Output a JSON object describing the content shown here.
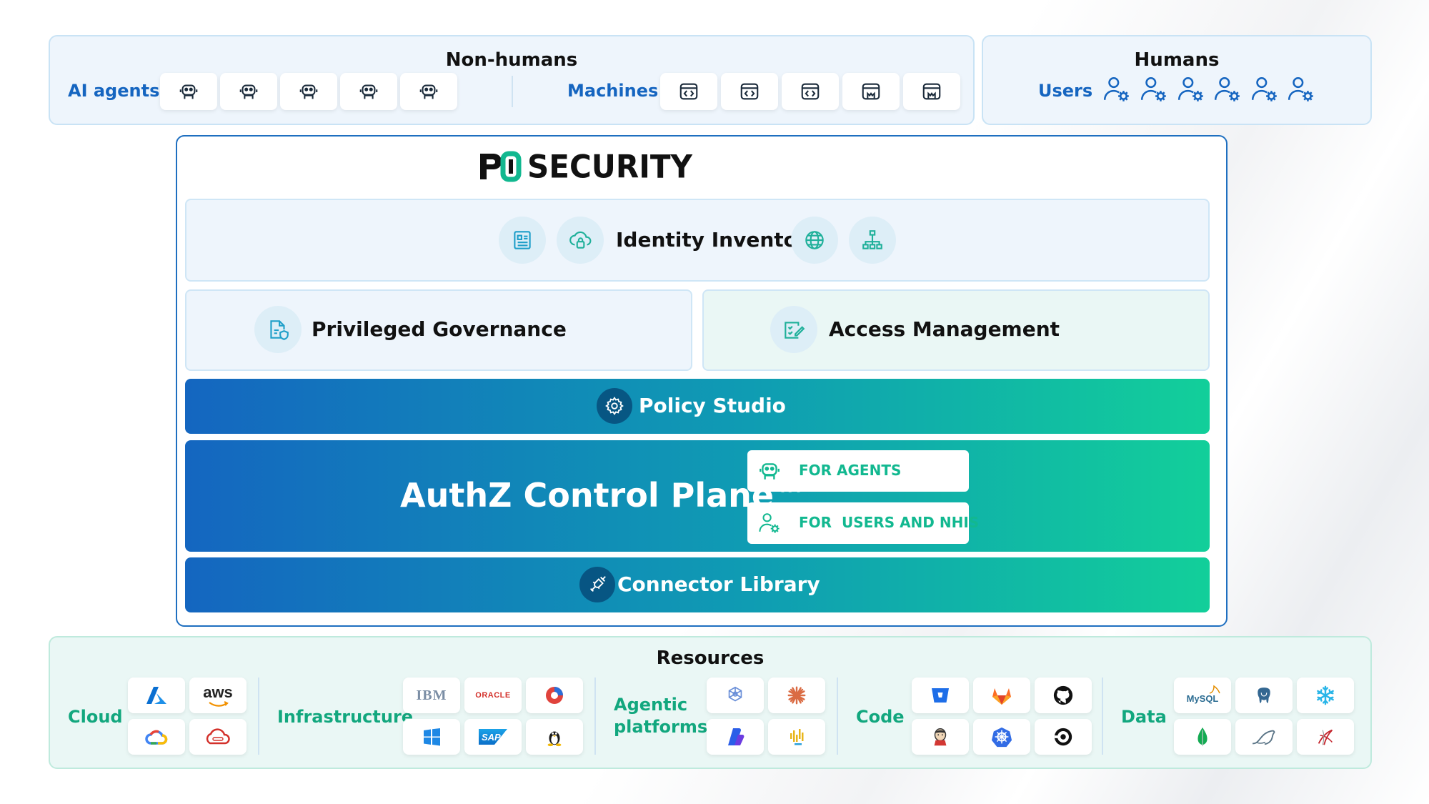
{
  "nonhumans": {
    "title": "Non-humans",
    "ai_agents_label": "AI agents",
    "machines_label": "Machines",
    "ai_agent_icons": [
      "robot-icon",
      "robot-icon",
      "robot-icon",
      "robot-icon",
      "robot-icon"
    ],
    "machine_icons": [
      "code-window-icon",
      "code-window-icon",
      "code-window-icon",
      "mascot-window-icon",
      "mascot-window-icon"
    ]
  },
  "humans": {
    "title": "Humans",
    "users_label": "Users",
    "user_icons": [
      "user-gear-icon",
      "user-gear-icon",
      "user-gear-icon",
      "user-gear-icon",
      "user-gear-icon",
      "user-gear-icon"
    ]
  },
  "platform": {
    "logo_text": "P0 SECURITY",
    "identity_inventory": "Identity Inventory",
    "privileged_governance": "Privileged Governance",
    "access_management": "Access Management",
    "policy_studio": "Policy Studio",
    "authz_control_plane": "AuthZ Control Plane™",
    "for_agents": "FOR AGENTS",
    "for_users_nhis": "FOR  USERS AND NHIS",
    "connector_library": "Connector Library"
  },
  "resources": {
    "title": "Resources",
    "cloud_label": "Cloud",
    "infrastructure_label": "Infrastructure",
    "agentic_label": [
      "Agentic",
      "platforms"
    ],
    "code_label": "Code",
    "data_label": "Data",
    "cloud_logos": [
      "azure-logo",
      "aws-logo",
      "google-cloud-logo",
      "oracle-cloud-logo"
    ],
    "infrastructure_logos": [
      "ibm-logo",
      "oracle-logo",
      "openshift-logo",
      "windows-logo",
      "sap-logo",
      "linux-logo"
    ],
    "agentic_logos": [
      "openai-logo",
      "claude-logo",
      "azure-ai-logo",
      "databricks-logo"
    ],
    "code_logos": [
      "bitbucket-logo",
      "gitlab-logo",
      "github-logo",
      "jenkins-logo",
      "kubernetes-logo",
      "circleci-logo"
    ],
    "data_logos": [
      "mysql-logo",
      "postgresql-logo",
      "snowflake-logo",
      "mongodb-logo",
      "mariadb-logo",
      "sql-server-logo"
    ],
    "logo_text": {
      "aws": "aws",
      "ibm": "IBM",
      "oracle": "ORACLE",
      "sap": "SAP",
      "mysql": "MySQL"
    }
  },
  "colors": {
    "brand_blue": "#1466c0",
    "brand_teal": "#12cf9a",
    "label_blue": "#1565c0",
    "label_green": "#12a77e"
  }
}
